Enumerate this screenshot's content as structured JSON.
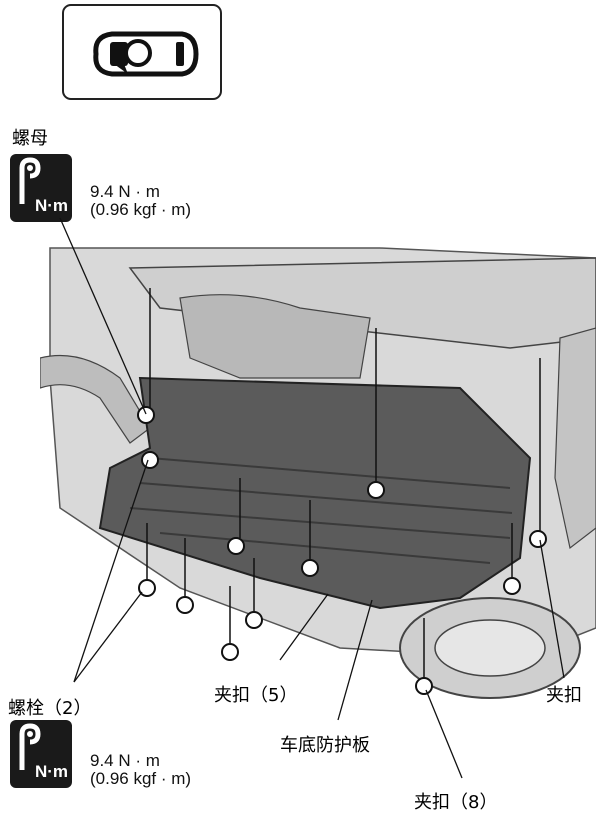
{
  "labels": {
    "nut": "螺母",
    "bolt": "螺栓（2）",
    "clip5": "夹扣（5）",
    "clip_right": "夹扣",
    "undercover": "车底防护板",
    "clip8": "夹扣（8）"
  },
  "torque_top": {
    "icon_text": "N·m",
    "line1": "9.4 N · m",
    "line2": "(0.96 kgf · m)"
  },
  "torque_bottom": {
    "icon_text": "N·m",
    "line1": "9.4 N · m",
    "line2": "(0.96 kgf · m)"
  },
  "colors": {
    "ink": "#111111",
    "icon_bg": "#1a1a1a",
    "cover_fill": "#5b5b5b",
    "body_fill": "#d4d4d4"
  },
  "icons": [
    "vehicle-locator-icon",
    "torque-wrench-icon"
  ]
}
